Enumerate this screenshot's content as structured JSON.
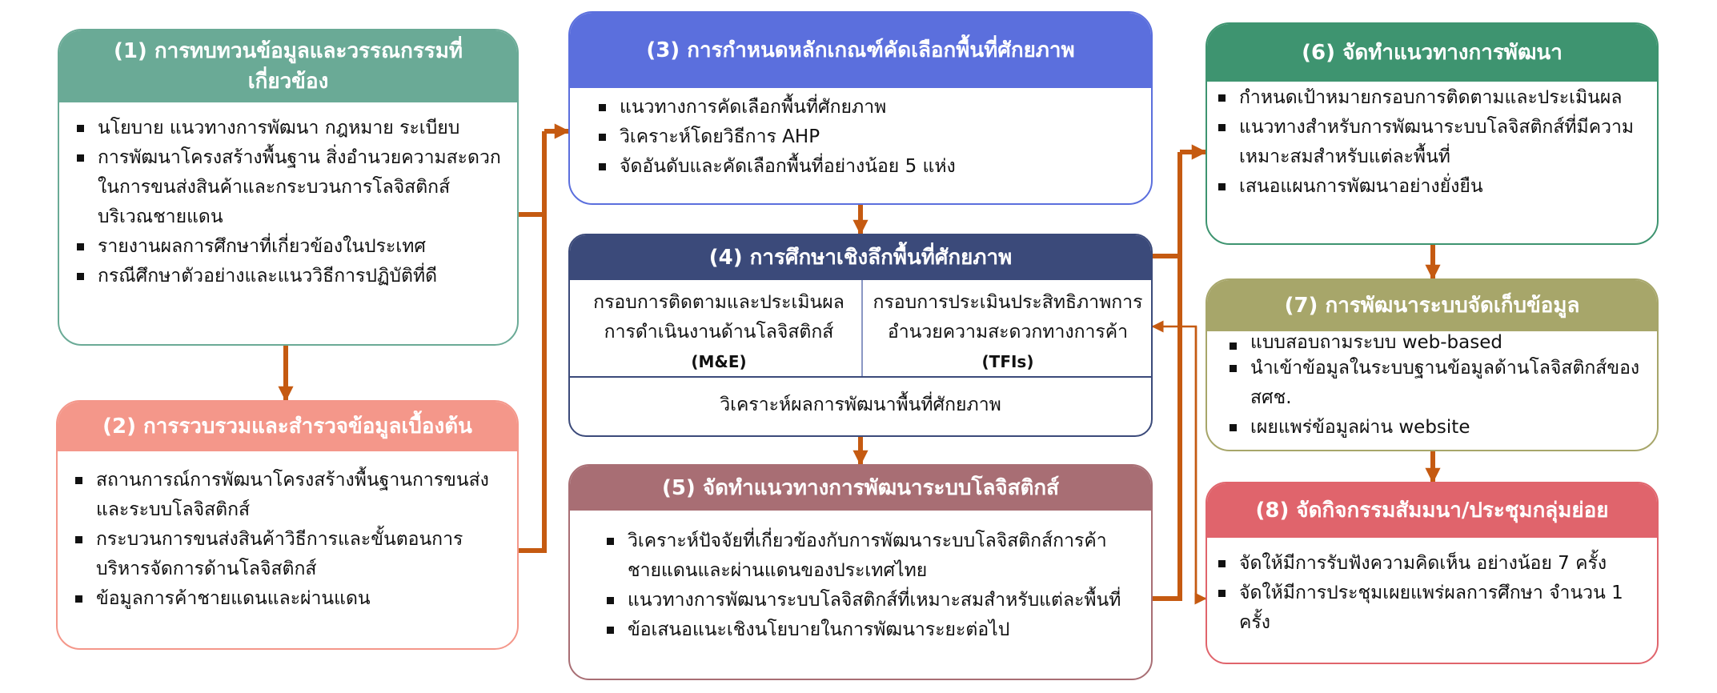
{
  "colors": {
    "connector": "#c55a11",
    "box1": "#6aaa96",
    "box2": "#f4978a",
    "box3": "#5b6fdd",
    "box4": "#3b4a7a",
    "box5": "#a86e74",
    "box6": "#3e9470",
    "box7": "#a7a66a",
    "box8": "#e0646c"
  },
  "boxes": {
    "b1": {
      "title": "(1) การทบทวนข้อมูลและวรรณกรรมที่เกี่ยวข้อง",
      "items": [
        "นโยบาย แนวทางการพัฒนา กฎหมาย ระเบียบ",
        "การพัฒนาโครงสร้างพื้นฐาน สิ่งอำนวยความสะดวกในการขนส่งสินค้าและกระบวนการโลจิสติกส์บริเวณชายแดน",
        "รายงานผลการศึกษาที่เกี่ยวข้องในประเทศ",
        "กรณีศึกษาตัวอย่างและแนววิธีการปฏิบัติที่ดี"
      ]
    },
    "b2": {
      "title": "(2) การรวบรวมและสำรวจข้อมูลเบื้องต้น",
      "items": [
        "สถานการณ์การพัฒนาโครงสร้างพื้นฐานการขนส่งและระบบโลจิสติกส์",
        "กระบวนการขนส่งสินค้าวิธีการและขั้นตอนการบริหารจัดการด้านโลจิสติกส์",
        "ข้อมูลการค้าชายแดนและผ่านแดน"
      ]
    },
    "b3": {
      "title": "(3) การกำหนดหลักเกณฑ์คัดเลือกพื้นที่ศักยภาพ",
      "items": [
        "แนวทางการคัดเลือกพื้นที่ศักยภาพ",
        "วิเคราะห์โดยวิธีการ AHP",
        "จัดอันดับและคัดเลือกพื้นที่อย่างน้อย 5 แห่ง"
      ]
    },
    "b4": {
      "title": "(4) การศึกษาเชิงลึกพื้นที่ศักยภาพ",
      "left_text": "กรอบการติดตามและประเมินผลการดำเนินงานด้านโลจิสติกส์",
      "left_abbr": "(M&E)",
      "right_text": "กรอบการประเมินประสิทธิภาพการอำนวยความสะดวกทางการค้า",
      "right_abbr": "(TFIs)",
      "bottom_text": "วิเคราะห์ผลการพัฒนาพื้นที่ศักยภาพ"
    },
    "b5": {
      "title": "(5) จัดทำแนวทางการพัฒนาระบบโลจิสติกส์",
      "items": [
        "วิเคราะห์ปัจจัยที่เกี่ยวข้องกับการพัฒนาระบบโลจิสติกส์การค้าชายแดนและผ่านแดนของประเทศไทย",
        "แนวทางการพัฒนาระบบโลจิสติกส์ที่เหมาะสมสำหรับแต่ละพื้นที่",
        "ข้อเสนอแนะเชิงนโยบายในการพัฒนาระยะต่อไป"
      ]
    },
    "b6": {
      "title": "(6) จัดทำแนวทางการพัฒนา",
      "items": [
        "กำหนดเป้าหมายกรอบการติดตามและประเมินผล",
        "แนวทางสำหรับการพัฒนาระบบโลจิสติกส์ที่มีความเหมาะสมสำหรับแต่ละพื้นที่",
        "เสนอแผนการพัฒนาอย่างยั่งยืน"
      ]
    },
    "b7": {
      "title": "(7) การพัฒนาระบบจัดเก็บข้อมูล",
      "items": [
        "แบบสอบถามระบบ web-based",
        "นำเข้าข้อมูลในระบบฐานข้อมูลด้านโลจิสติกส์ของ สศช.",
        "เผยแพร่ข้อมูลผ่าน website"
      ]
    },
    "b8": {
      "title": "(8) จัดกิจกรรมสัมมนา/ประชุมกลุ่มย่อย",
      "items": [
        "จัดให้มีการรับฟังความคิดเห็น อย่างน้อย 7 ครั้ง",
        "จัดให้มีการประชุมเผยแพร่ผลการศึกษา จำนวน 1 ครั้ง"
      ]
    }
  }
}
